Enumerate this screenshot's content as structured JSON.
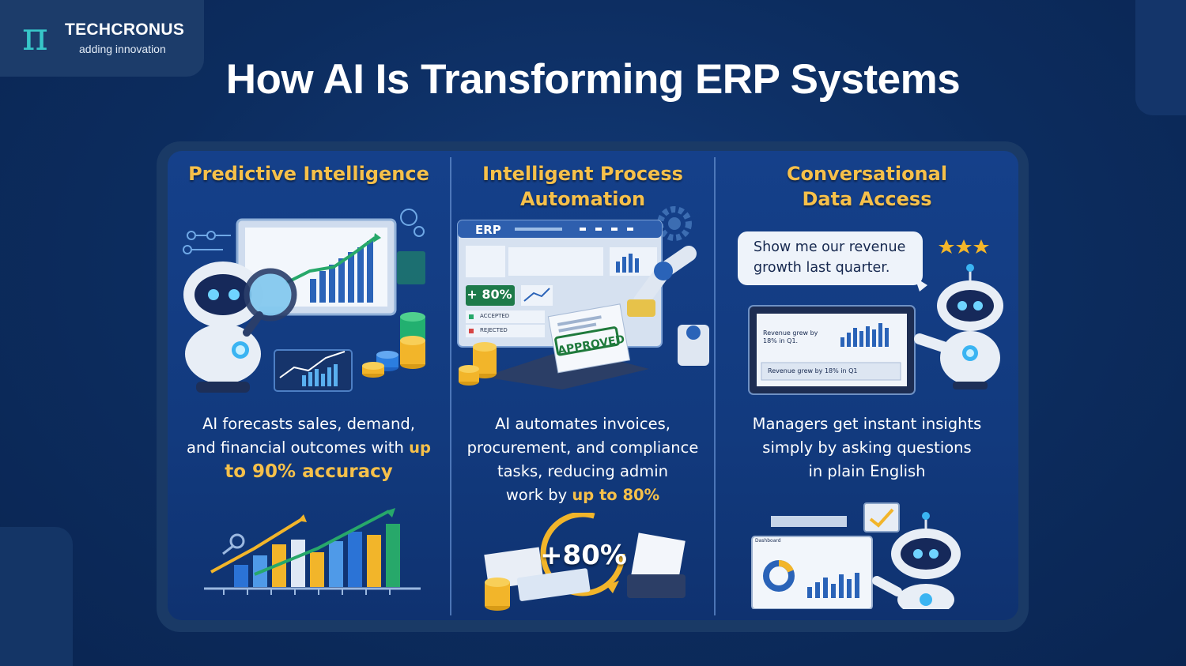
{
  "logo": {
    "symbol": "π",
    "name": "TECHCRONUS",
    "tagline": "adding innovation"
  },
  "title": "How AI Is Transforming ERP Systems",
  "colors": {
    "accent": "#f6c04a",
    "background": "#0c2c5e",
    "teal": "#37c6c8"
  },
  "columns": [
    {
      "title": "Predictive Intelligence",
      "desc_1": "AI forecasts sales, demand,",
      "desc_2a": "and financial outcomes with ",
      "desc_2b": "up",
      "desc_3": "to 90% accuracy"
    },
    {
      "title_1": "Intelligent Process",
      "title_2": "Automation",
      "erp_label": "ERP",
      "stat_label": "+ 80%",
      "accepted": "ACCEPTED",
      "rejected": "REJECTED",
      "stamp": "APPROVED",
      "big_stat": "+80%",
      "desc_1": "AI automates invoices,",
      "desc_2": "procurement, and compliance",
      "desc_3": "tasks, reducing admin",
      "desc_4a": "work by ",
      "desc_4b": "up to 80%"
    },
    {
      "title_1": "Conversational",
      "title_2": "Data Access",
      "bubble_1": "Show me our revenue",
      "bubble_2": "growth last quarter.",
      "screen_1": "Revenue grew by",
      "screen_2": "18% in Q1.",
      "screen_3": "Revenue grew by 18% in Q1",
      "dash_label": "Dashboard",
      "desc_1": "Managers get instant insights",
      "desc_2": "simply by asking questions",
      "desc_3": "in plain English"
    }
  ]
}
